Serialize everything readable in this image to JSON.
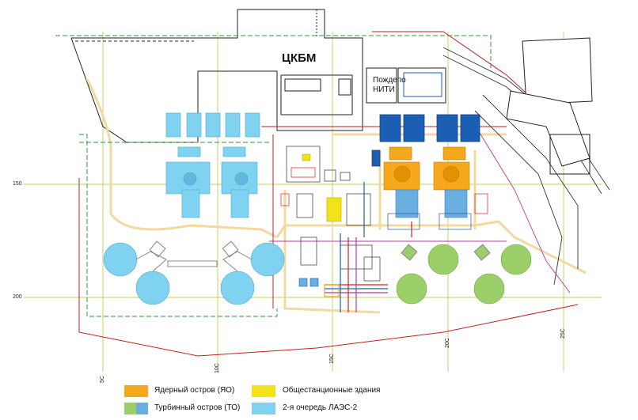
{
  "labels": {
    "cbkm": "ЦКБМ",
    "pozhdepo_line1": "Пождепо",
    "pozhdepo_line2": "НИТИ"
  },
  "grid_labels": {
    "h150": "150",
    "h200": "200",
    "v5c": "5С",
    "v10c": "10С",
    "v15c": "15С",
    "v20c": "20С",
    "v25c": "25С"
  },
  "legend": {
    "items": [
      {
        "label": "Ядерный остров (ЯО)",
        "color": "#f5a81c"
      },
      {
        "label": "Общестанционные здания",
        "color": "#f2e21a"
      },
      {
        "label": "Турбинный остров (ТО)",
        "color": "#9ccf6a",
        "color2": "#6aaee0"
      },
      {
        "label": "2-я очередь ЛАЭС-2",
        "color": "#7fd3f0"
      }
    ]
  },
  "colors": {
    "nuclear": "#f5a81c",
    "general": "#f2e21a",
    "turbine_green": "#9ccf6a",
    "turbine_blue": "#6aaee0",
    "second_stage": "#7fd3f0",
    "dark_blue": "#1a5fb4",
    "road": "#f2d9a0",
    "red_line": "#d02020",
    "green_line": "#2e9a3a",
    "grid_line": "#9ab820"
  }
}
